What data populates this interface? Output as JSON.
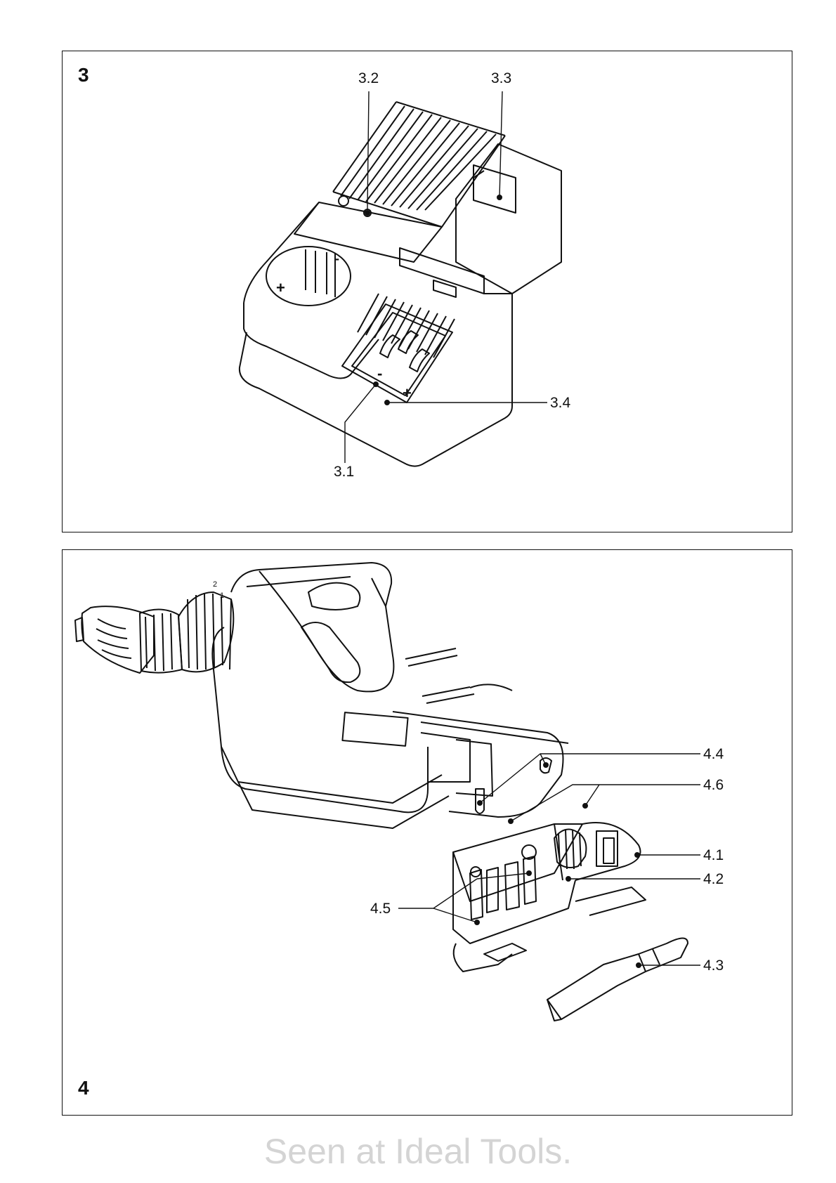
{
  "figure_3": {
    "number": "3",
    "callouts": {
      "c32": "3.2",
      "c33": "3.3",
      "c34": "3.4",
      "c31": "3.1"
    },
    "polarity": {
      "plus": "+",
      "minus": "-"
    }
  },
  "figure_4": {
    "number": "4",
    "callouts": {
      "c44": "4.4",
      "c46": "4.6",
      "c41": "4.1",
      "c42": "4.2",
      "c45": "4.5",
      "c43": "4.3"
    },
    "speed_marks": {
      "m1": "1",
      "m2": "2"
    }
  },
  "watermark": "Seen at Ideal Tools."
}
